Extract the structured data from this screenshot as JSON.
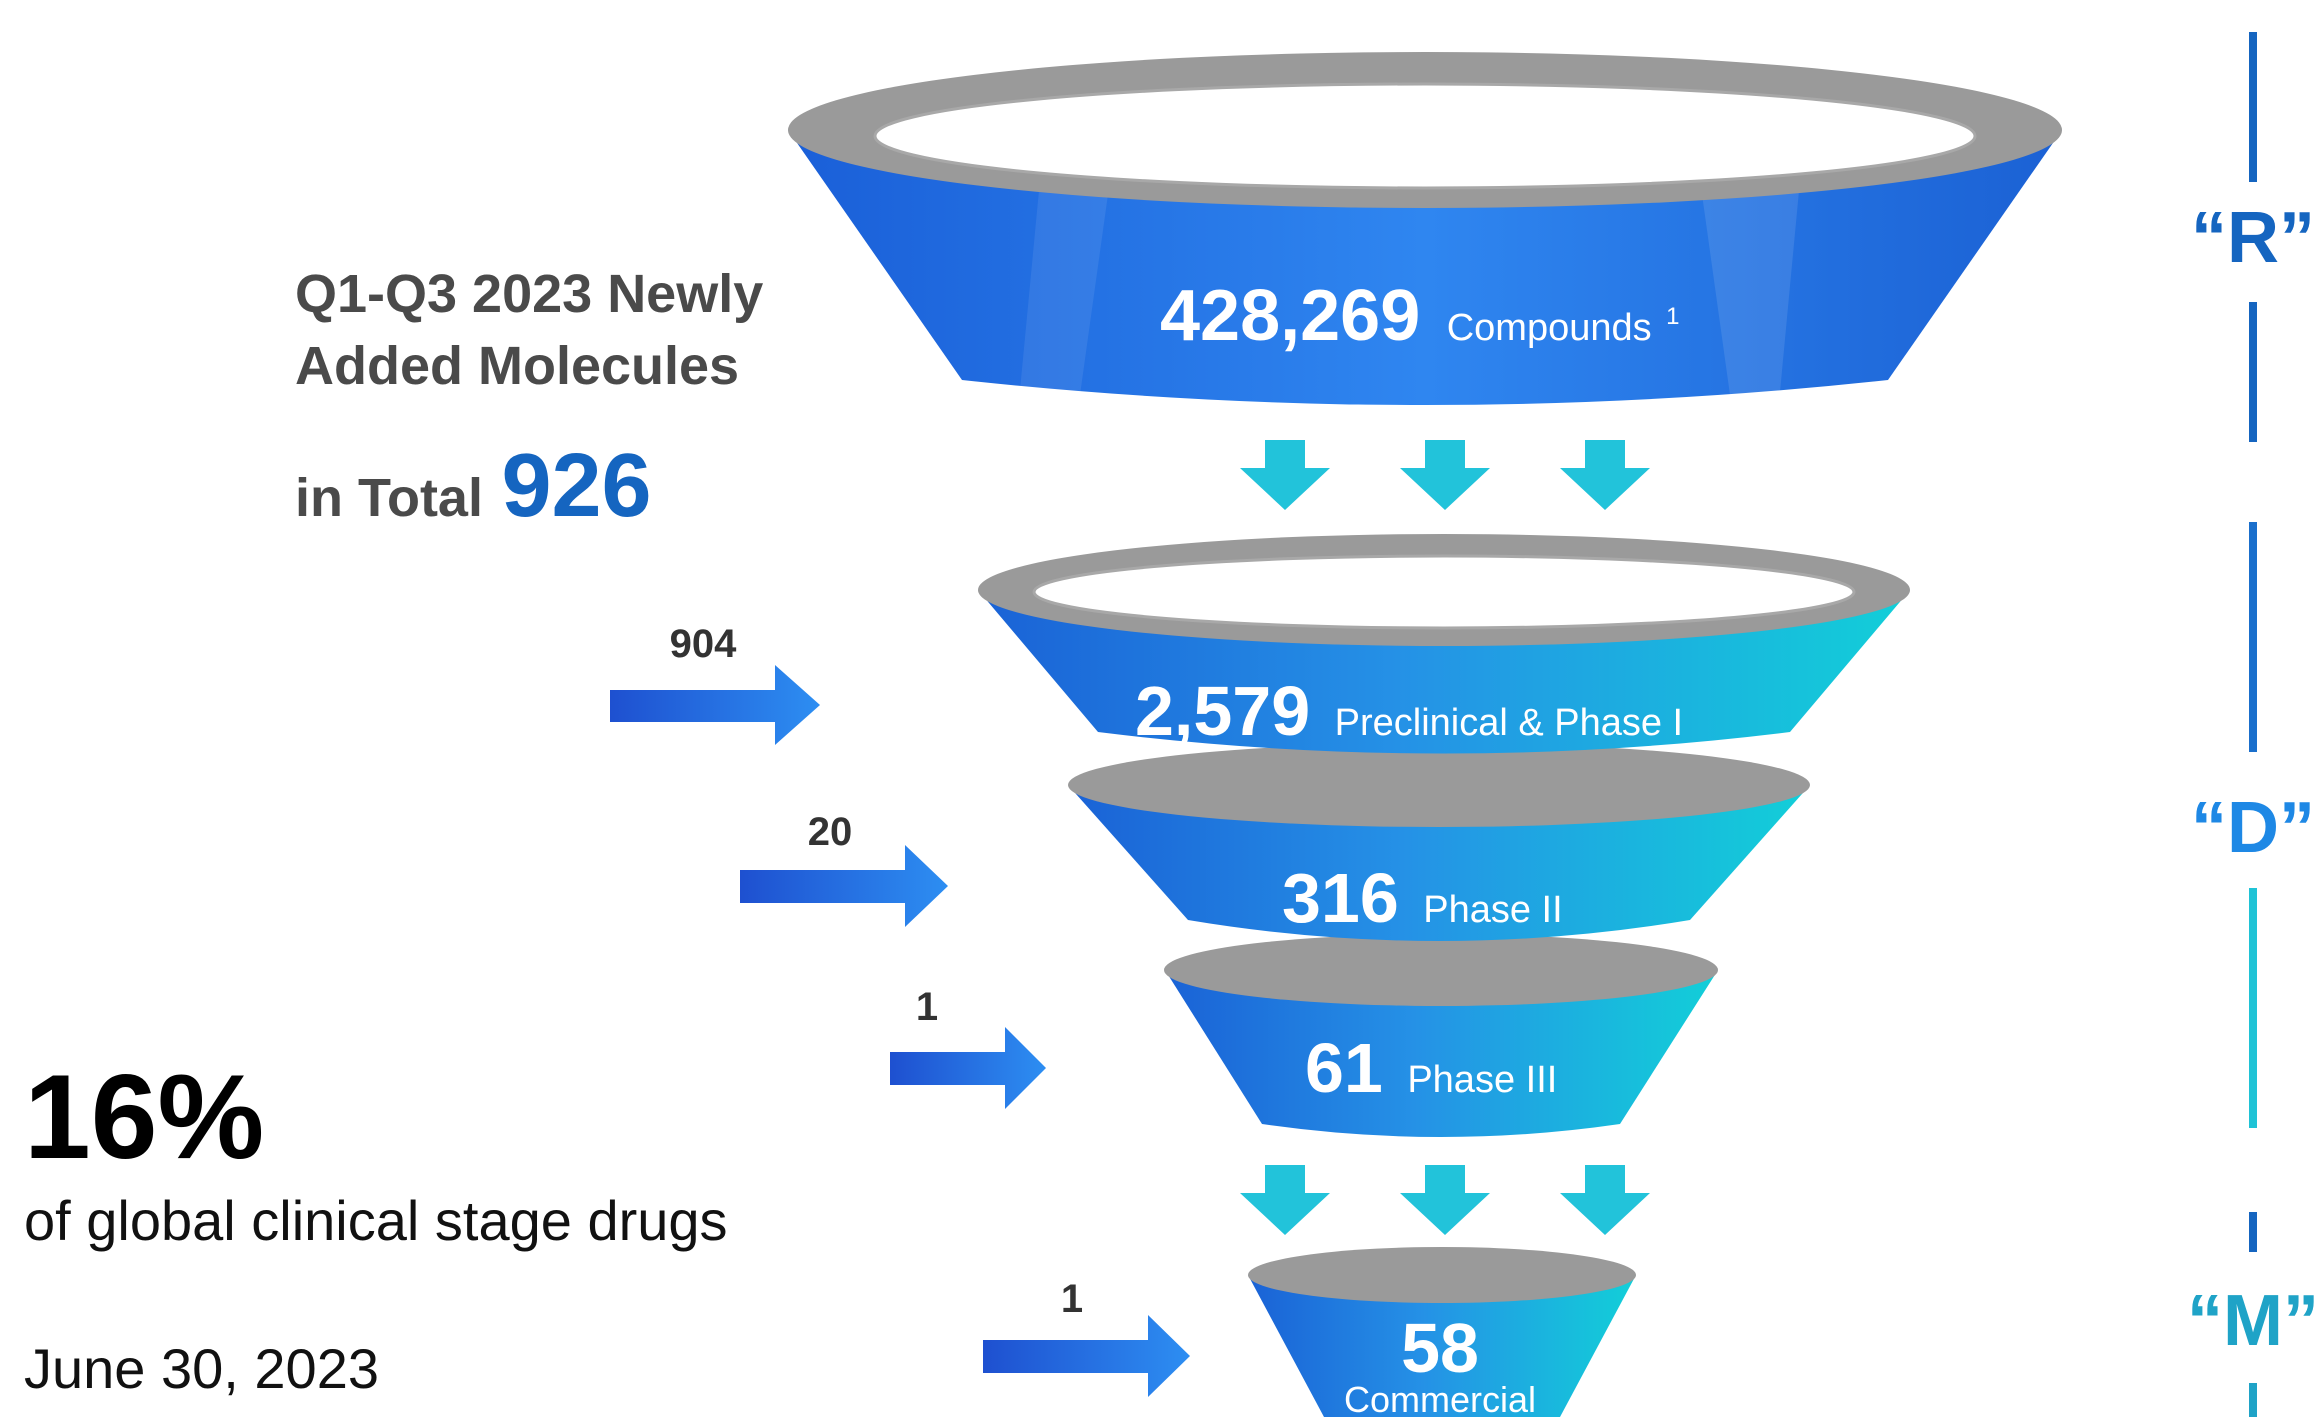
{
  "summary": {
    "title_line1": "Q1-Q3 2023 Newly",
    "title_line2": "Added Molecules",
    "total_label": "in Total",
    "total_value": "926",
    "total_color": "#1565c0",
    "percent": "16%",
    "percent_caption": "of global clinical stage drugs",
    "date": "June 30, 2023"
  },
  "funnel": [
    {
      "value": "428,269",
      "label": "Compounds",
      "footnote": "1"
    },
    {
      "value": "2,579",
      "label": "Preclinical & Phase I",
      "inflow": "904"
    },
    {
      "value": "316",
      "label": "Phase II",
      "inflow": "20"
    },
    {
      "value": "61",
      "label": "Phase III",
      "inflow": "1"
    },
    {
      "value": "58",
      "label": "Commercial",
      "inflow": "1"
    }
  ],
  "stages": [
    {
      "label": "“R”",
      "color": "#1565c0"
    },
    {
      "label": "“D”",
      "color": "#1e88e5"
    },
    {
      "label": "“M”",
      "color": "#1fa3c7"
    }
  ],
  "colors": {
    "funnel_blue": "#1f6fe0",
    "funnel_cyan": "#15c8d6",
    "rim_gray": "#9a9a9a",
    "down_arrow": "#22c3da",
    "side_arrow": "#1f5fd6"
  }
}
